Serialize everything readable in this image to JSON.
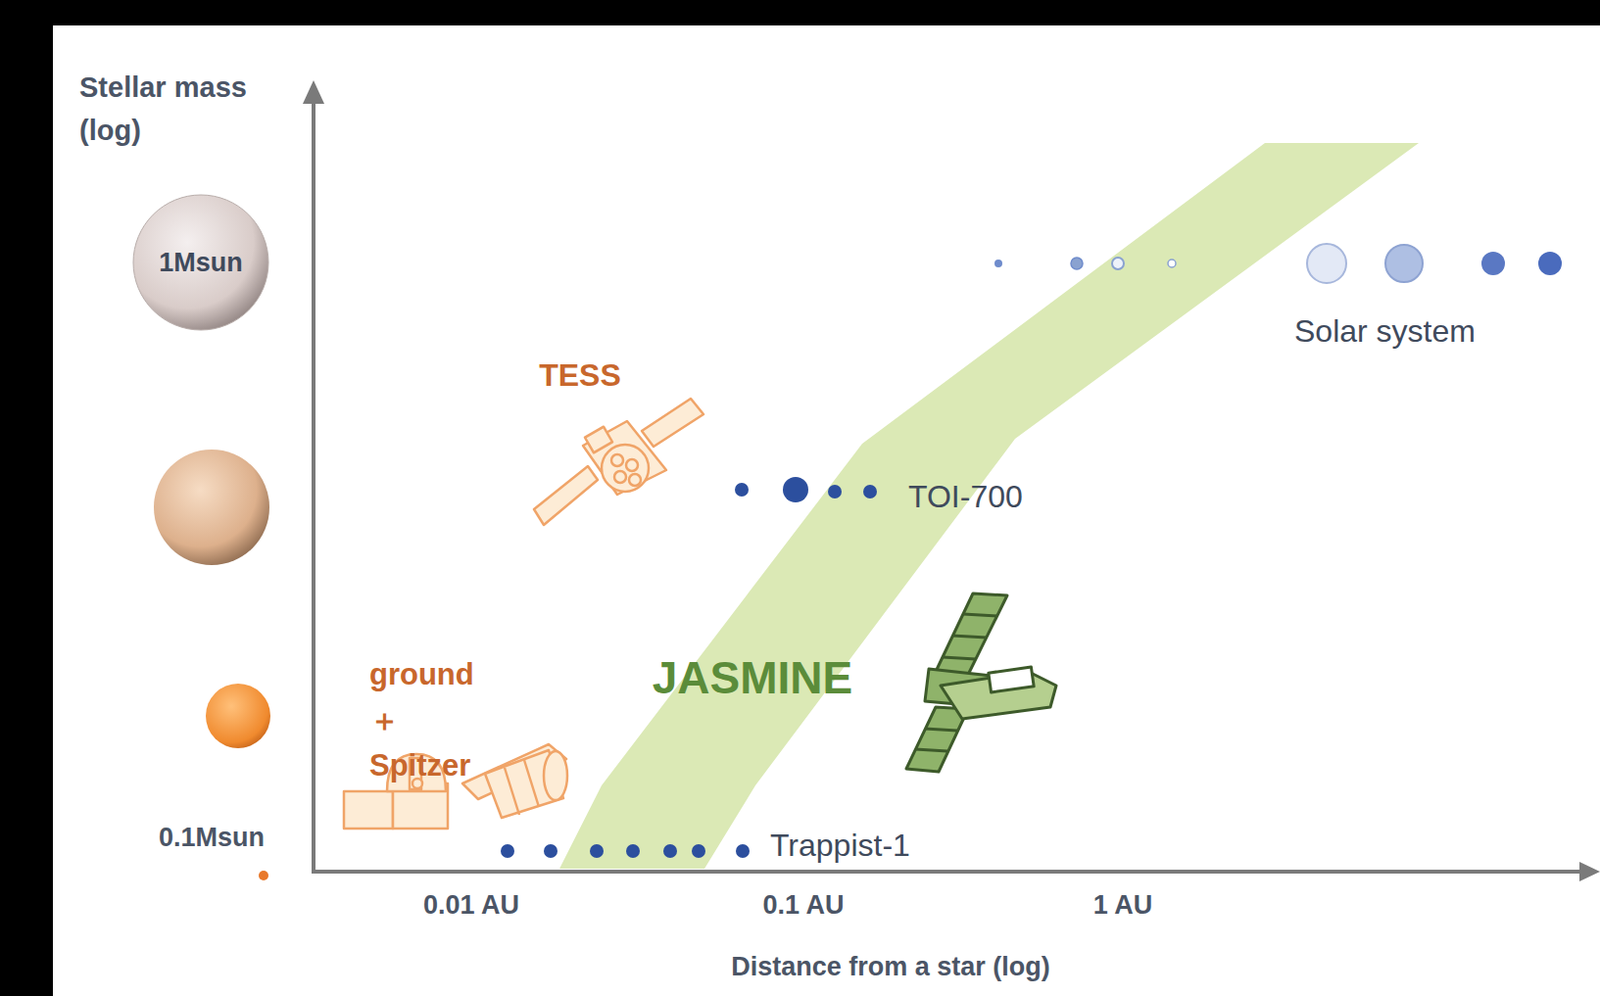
{
  "diagram": {
    "nodes": [
      {
        "text": [
          "1Msun"
        ]
      }
    ],
    "labels": [
      "Stellar mass (log)",
      "0.1Msun",
      "TESS",
      "ground＋ Spitzer",
      "JASMINE",
      "TOI-700",
      "Trappist-1",
      "Solar system",
      "0.01 AU",
      "0.1 AU",
      "1 AU",
      "Distance from a star (log)"
    ]
  }
}
